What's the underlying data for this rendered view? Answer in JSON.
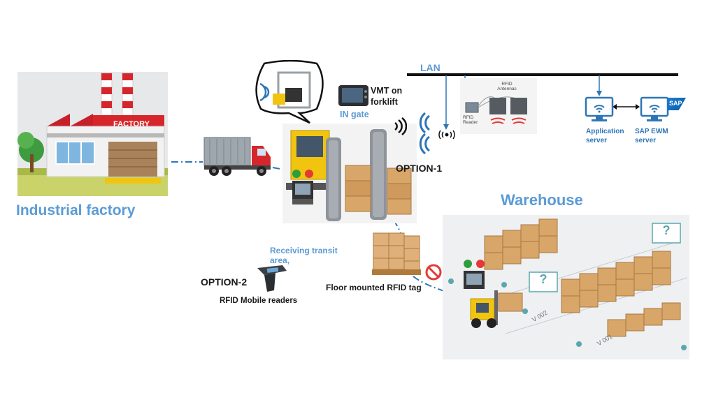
{
  "factory": {
    "title": "Industrial factory",
    "sign": "FACTORY"
  },
  "warehouse": {
    "title": "Warehouse",
    "aisle_labels": [
      "V 002",
      "V 001"
    ],
    "unknown_marks": [
      "?",
      "?"
    ]
  },
  "network": {
    "lan_label": "LAN",
    "rfid_antennas_label": "RFID Antennas",
    "rfid_reader_label": "RFID Reader",
    "application_server_label": "Application server",
    "sap_ewm_server_label": "SAP EWM server",
    "sap_logo_text": "SAP"
  },
  "gate": {
    "vmt_label": "VMT on forklift",
    "in_gate_label": "IN gate",
    "option1_label": "OPTION-1"
  },
  "receiving": {
    "transit_label": "Receiving transit area,",
    "option2_label": "OPTION-2",
    "mobile_readers_label": "RFID Mobile readers",
    "floor_tag_label": "Floor mounted RFID tag"
  },
  "colors": {
    "accent_blue": "#5b9bd5",
    "lan_line": "#111111",
    "dashed_path": "#2e75b6",
    "signal_red": "#e53935",
    "signal_green": "#2e9e3a"
  }
}
